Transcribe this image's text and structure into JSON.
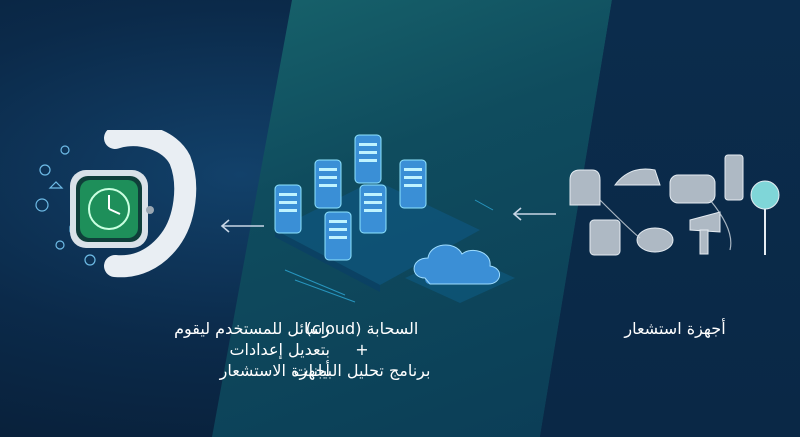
{
  "captions": {
    "left": [
      "رسائل للمستخدم ليقوم",
      "بتعديل إعدادات",
      "أجهزة الاستشعار"
    ],
    "middle": [
      "السحابة  (cloud)",
      "+",
      "برنامج تحليل البيانات"
    ],
    "right": [
      "أجهزة استشعار"
    ]
  },
  "colors": {
    "background_dark": "#0b2a4a",
    "middle_band": "#15606a",
    "server_glow": "#2ad0ff",
    "cloud_blue": "#3b8fd6",
    "watch_screen": "#2fd07a",
    "text": "#ffffff",
    "arrow": "#c8d6e6"
  },
  "icons": {
    "watch": "smartwatch-icon",
    "servers": "server-cluster-icon",
    "cloud": "cloud-icon",
    "appliances": "home-appliances-icon",
    "arrow": "arrow-left-icon"
  }
}
